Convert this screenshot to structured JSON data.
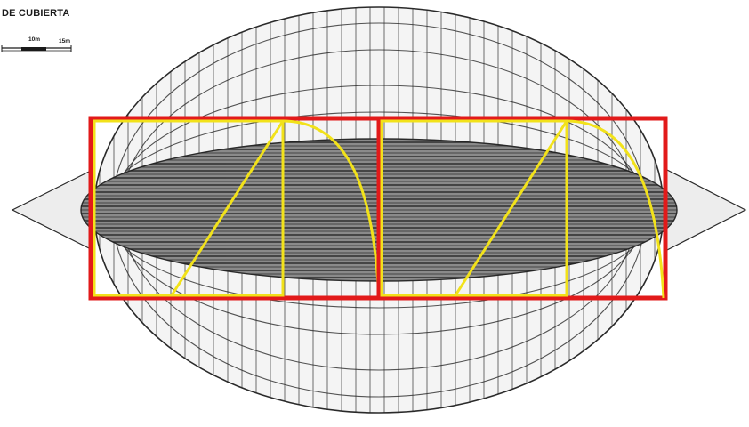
{
  "drawing": {
    "title": "DE CUBIERTA",
    "scale_bar": {
      "labels": [
        "10m",
        "15m"
      ]
    }
  },
  "colors": {
    "background": "#ffffff",
    "ink": "#2a2a2a",
    "golden_rectangle": "#e21a1a",
    "golden_construction": "#f2e21a"
  },
  "overlay": {
    "figure_count": 2,
    "description_shapes": [
      "rectangle",
      "diagonal",
      "divider",
      "arc"
    ]
  }
}
